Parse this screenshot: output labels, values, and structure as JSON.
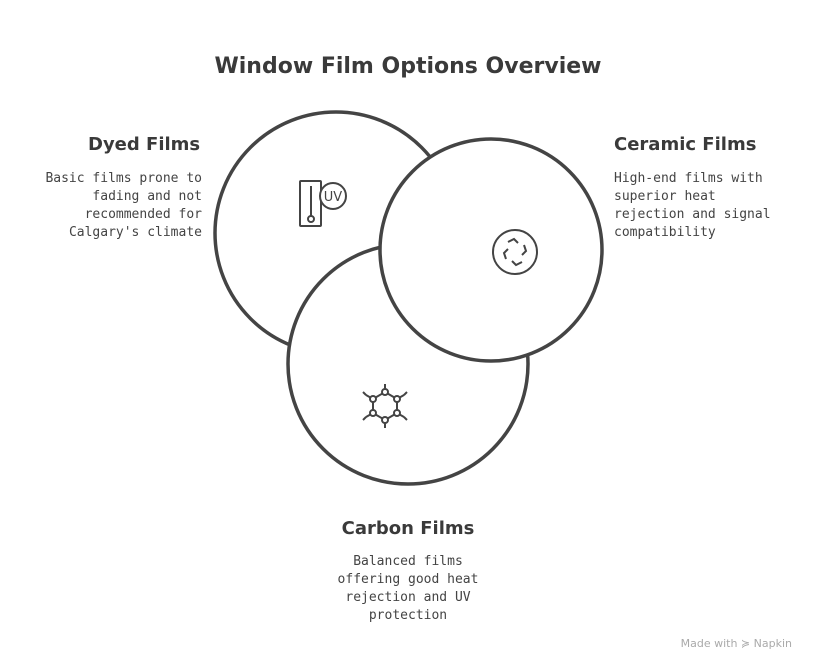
{
  "title": "Window Film Options Overview",
  "sets": [
    {
      "name": "Dyed Films",
      "description": [
        "Basic films prone to",
        "fading and not",
        "recommended for",
        "Calgary's climate"
      ],
      "icon": "thermometer-uv-icon"
    },
    {
      "name": "Ceramic Films",
      "description": [
        "High-end films with",
        "superior heat",
        "rejection and signal",
        "compatibility"
      ],
      "icon": "swirl-circle-icon"
    },
    {
      "name": "Carbon Films",
      "description": [
        "Balanced films",
        "offering good heat",
        "rejection and UV",
        "protection"
      ],
      "icon": "hexagon-molecule-icon"
    }
  ],
  "icon_text": {
    "uv": "UV"
  },
  "watermark": "Made with ≽ Napkin",
  "colors": {
    "stroke": "#444444",
    "text": "#3a3a3a",
    "watermark": "#aaaaaa"
  }
}
